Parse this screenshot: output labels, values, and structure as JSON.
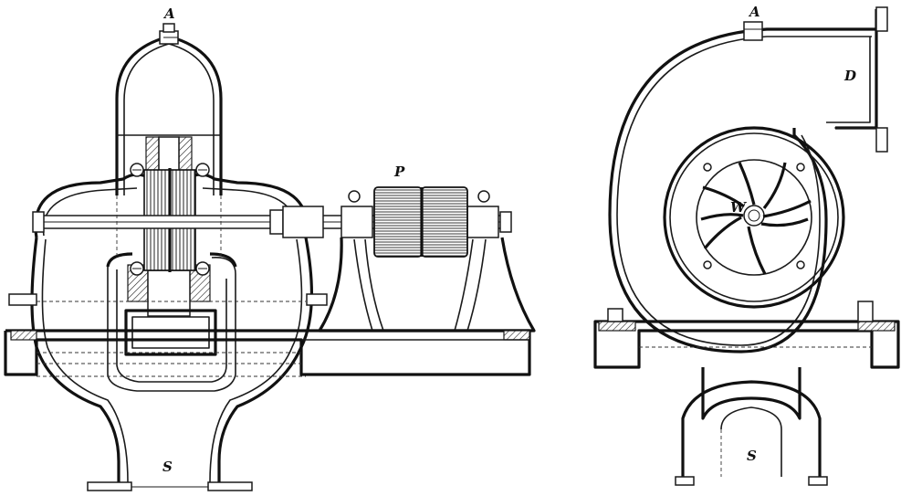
{
  "labels": {
    "side_top": "A",
    "side_bottom": "S",
    "pulley": "P",
    "end_top": "A",
    "end_discharge": "D",
    "end_impeller": "W",
    "end_bottom": "S"
  }
}
